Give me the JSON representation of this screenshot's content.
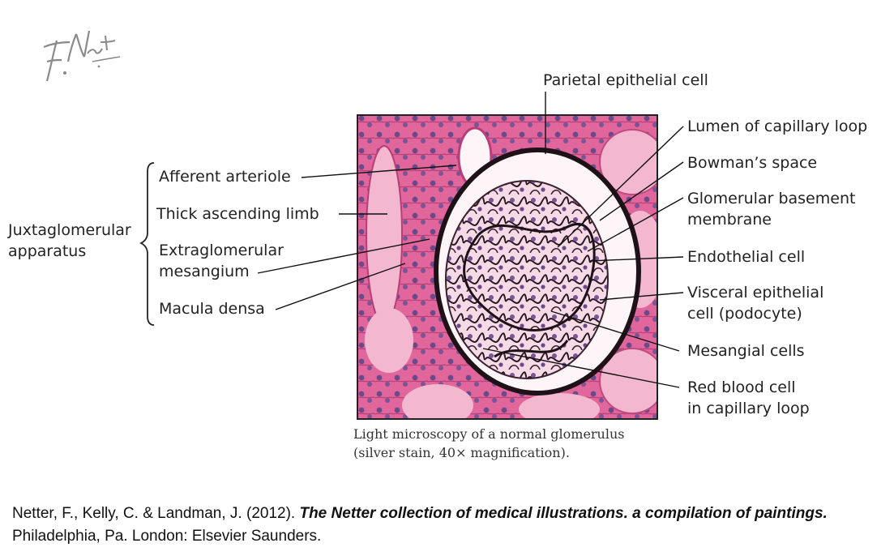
{
  "logo": {
    "signature": "F. Netter M.D."
  },
  "histology": {
    "title": "Light microscopy of a normal glomerulus",
    "subtitle": "(silver stain, 40× magnification).",
    "colors": {
      "stain_pink": "#e0669b",
      "stain_light": "#f3b7cf",
      "silver": "#1e1218",
      "nuclei": "#6b4a8a",
      "space": "#fdf5f8"
    }
  },
  "group": {
    "line1": "Juxtaglomerular",
    "line2": "apparatus"
  },
  "left_labels": {
    "afferent": "Afferent arteriole",
    "thick": "Thick ascending limb",
    "extra1": "Extraglomerular",
    "extra2": "mesangium",
    "macula": "Macula densa"
  },
  "right_labels": {
    "parietal": "Parietal epithelial cell",
    "lumen": "Lumen of capillary loop",
    "bowman": "Bowman’s space",
    "gbm1": "Glomerular basement",
    "gbm2": "membrane",
    "endo": "Endothelial cell",
    "visceral1": "Visceral epithelial",
    "visceral2": "cell (podocyte)",
    "mesangial": "Mesangial cells",
    "rbc1": "Red blood cell",
    "rbc2": "in capillary loop"
  },
  "citation": {
    "authors": "Netter, F., Kelly, C. & Landman, J. (2012). ",
    "title": "The Netter collection of medical illustrations. a compilation of paintings.",
    "publisher": " Philadelphia, Pa. London: Elsevier Saunders."
  }
}
